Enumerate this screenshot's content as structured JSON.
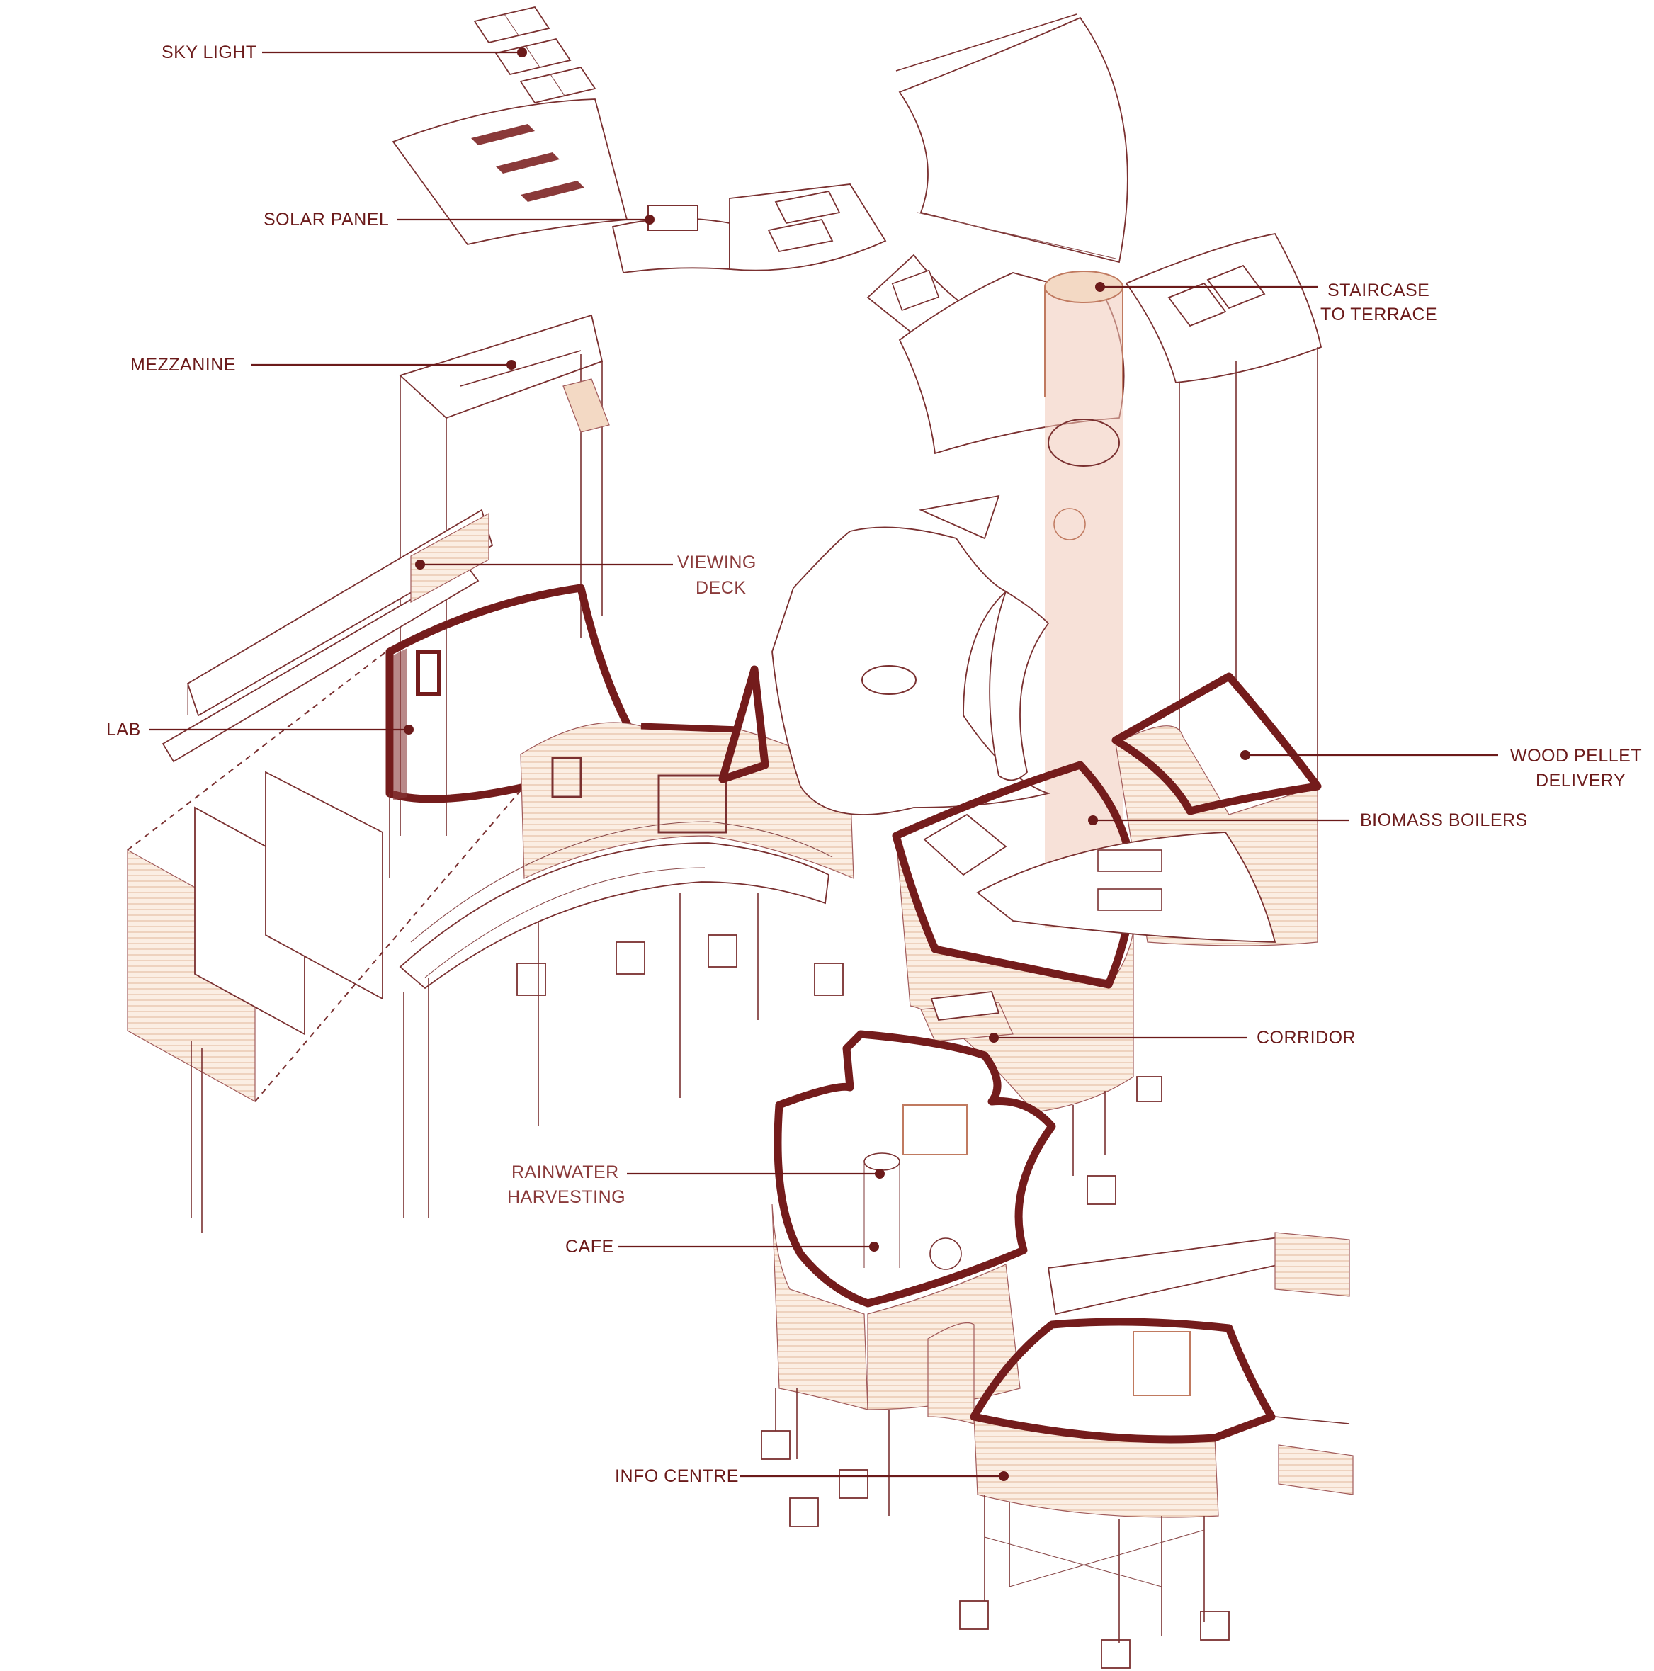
{
  "labels": {
    "sky_light": "SKY LIGHT",
    "solar_panel": "SOLAR PANEL",
    "mezzanine": "MEZZANINE",
    "viewing_deck_1": "VIEWING",
    "viewing_deck_2": "DECK",
    "lab": "LAB",
    "staircase_1": "STAIRCASE",
    "staircase_2": "TO TERRACE",
    "wood_pellet_1": "WOOD PELLET",
    "wood_pellet_2": "DELIVERY",
    "biomass_boilers": "BIOMASS BOILERS",
    "corridor": "CORRIDOR",
    "rainwater_1": "RAINWATER",
    "rainwater_2": "HARVESTING",
    "cafe": "CAFE",
    "info_centre": "INFO CENTRE"
  },
  "colors": {
    "ink": "#6b1a1a",
    "thick_wall": "#741c1c",
    "line": "#7a3030",
    "timber_tint": "#f3d9c4",
    "stair_shaft": "#f0c9b8"
  }
}
